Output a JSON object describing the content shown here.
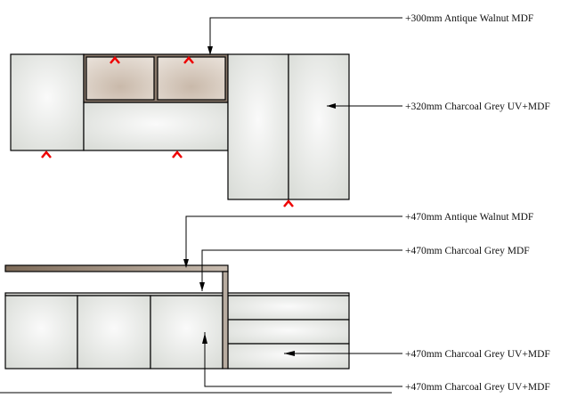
{
  "labels": [
    {
      "text": "+300mm  Antique Walnut MDF"
    },
    {
      "text": "+320mm  Charcoal Grey UV+MDF"
    },
    {
      "text": "+470mm  Antique Walnut MDF"
    },
    {
      "text": "+470mm  Charcoal Grey MDF"
    },
    {
      "text": "+470mm  Charcoal Grey UV+MDF"
    },
    {
      "text": "+470mm  Charcoal Grey UV+MDF"
    }
  ],
  "colors": {
    "grey_panel": "#e6e8e4",
    "walnut": "#8a7a6c",
    "walnut_door": "#d8cdc2",
    "opening_marker": "#e00000"
  }
}
